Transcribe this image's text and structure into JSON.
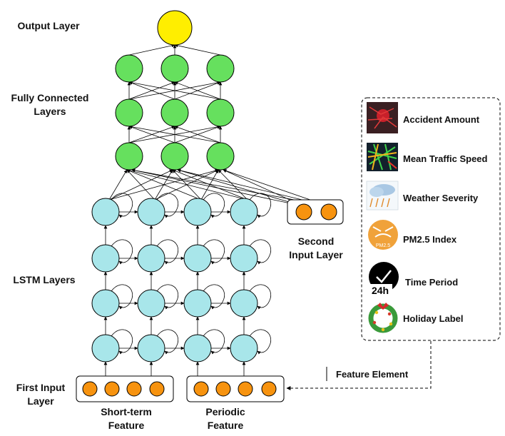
{
  "labels": {
    "output_layer": "Output Layer",
    "fully_connected": [
      "Fully Connected",
      "Layers"
    ],
    "lstm_layers": "LSTM Layers",
    "first_input": [
      "First Input",
      "Layer"
    ],
    "short_term": [
      "Short-term",
      "Feature"
    ],
    "periodic": [
      "Periodic",
      "Feature"
    ],
    "second_input": [
      "Second",
      "Input Layer"
    ],
    "feature_element": "Feature Element"
  },
  "legend": {
    "items": [
      {
        "label": "Accident Amount",
        "icon": "accident-map-icon"
      },
      {
        "label": "Mean Traffic Speed",
        "icon": "traffic-map-icon"
      },
      {
        "label": "Weather Severity",
        "icon": "weather-cloud-icon"
      },
      {
        "label": "PM2.5 Index",
        "icon": "pm25-icon",
        "icon_text": "PM2.5"
      },
      {
        "label": "Time Period",
        "icon": "clock-24h-icon",
        "icon_text": "24h"
      },
      {
        "label": "Holiday Label",
        "icon": "wreath-icon"
      }
    ]
  },
  "colors": {
    "output": "#ffee00",
    "dense": "#66e05e",
    "lstm": "#a8e6ea",
    "input": "#f7930f",
    "stroke": "#000000"
  }
}
